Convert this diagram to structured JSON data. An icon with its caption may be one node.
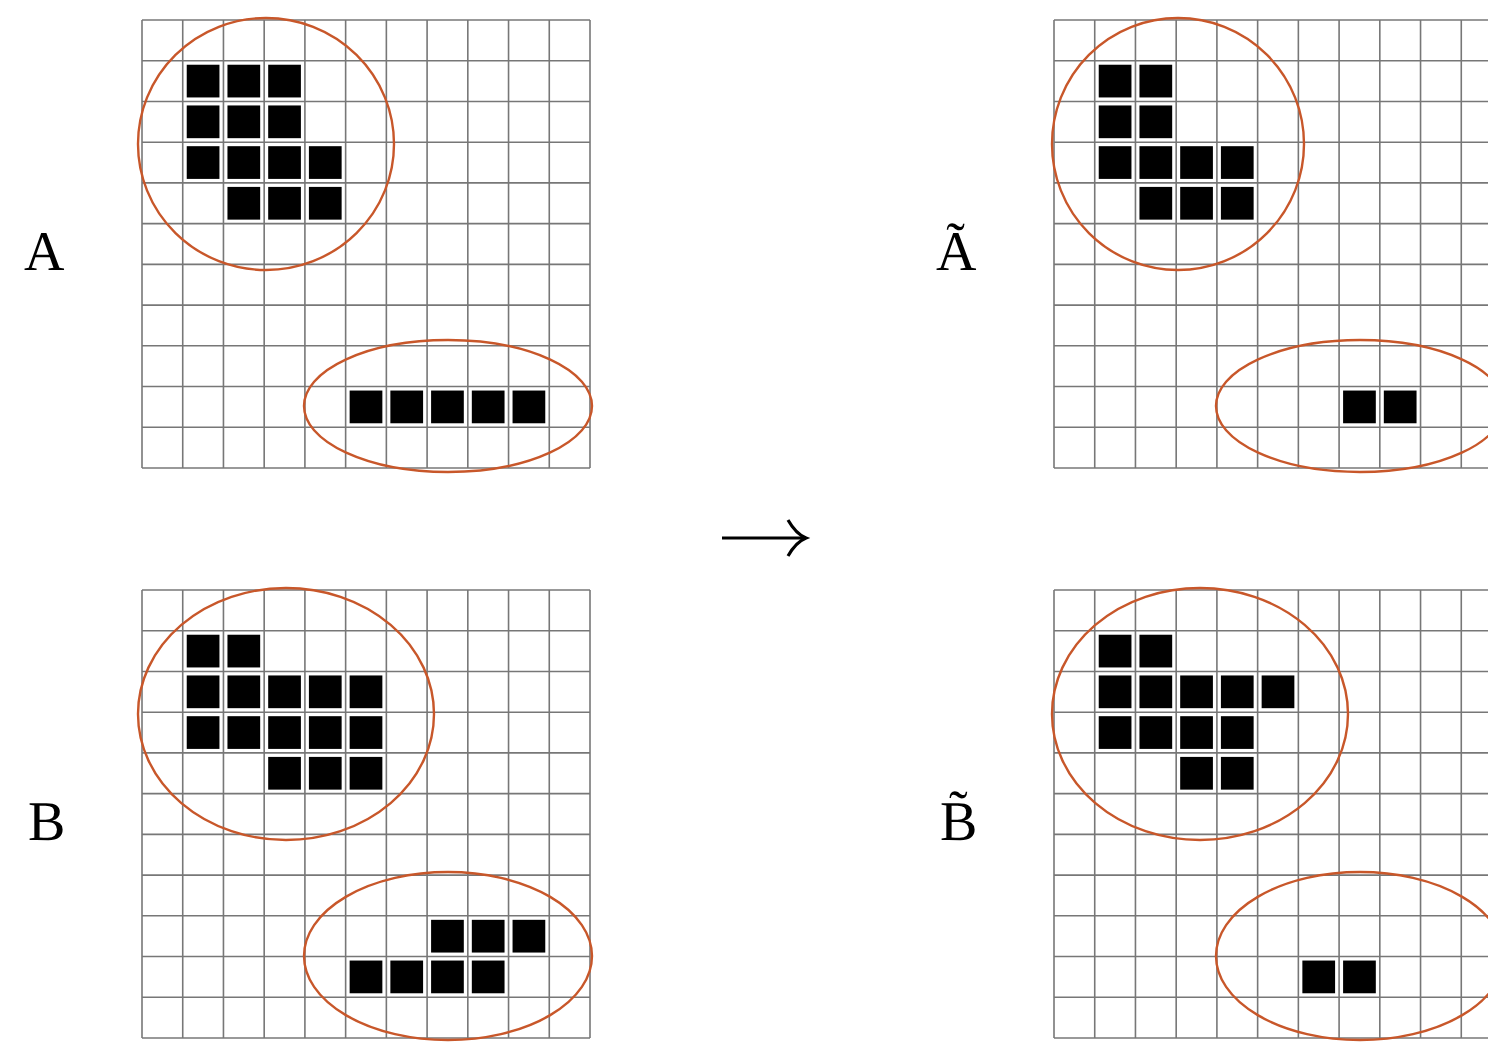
{
  "diagram": {
    "labels": [
      "A",
      "Ã",
      "B",
      "B̃"
    ]
  }
}
